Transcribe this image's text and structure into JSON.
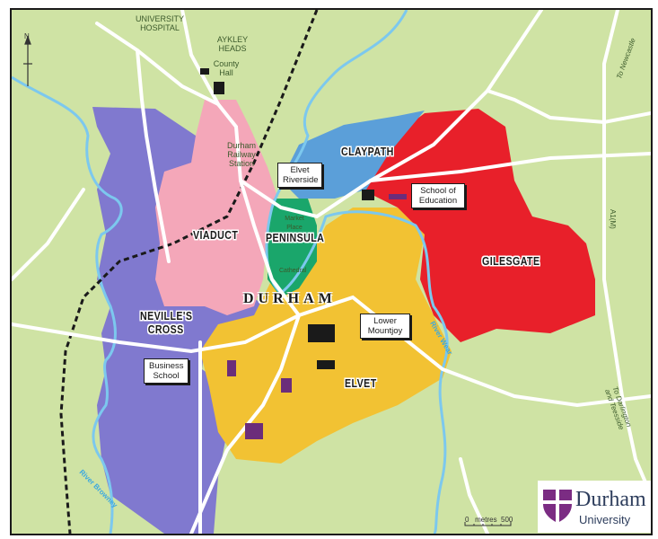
{
  "map": {
    "title": "DURHAM",
    "north_label": "N",
    "zones": [
      {
        "name": "VIADUCT",
        "color": "#f4a7b9"
      },
      {
        "name": "PENINSULA",
        "color": "#1aa66b"
      },
      {
        "name": "CLAYPATH",
        "color": "#5b9fd9"
      },
      {
        "name": "GILESGATE",
        "color": "#e8202a"
      },
      {
        "name": "NEVILLE'S CROSS",
        "color": "#8079cf"
      },
      {
        "name": "ELVET",
        "color": "#f2c233"
      }
    ],
    "places": [
      {
        "name": "UNIVERSITY HOSPITAL"
      },
      {
        "name": "AYKLEY HEADS"
      },
      {
        "name": "County Hall"
      },
      {
        "name": "Durham Railway Station"
      },
      {
        "name": "Market Place"
      },
      {
        "name": "Cathedral"
      }
    ],
    "callouts": [
      {
        "label": "Elvet Riverside"
      },
      {
        "label": "School of Education"
      },
      {
        "label": "Lower Mountjoy"
      },
      {
        "label": "Business School"
      }
    ],
    "road_labels": {
      "to_newcastle": "To Newcastle",
      "a1m": "A1(M)",
      "to_darlington": "To Darlington and Teesside"
    },
    "rivers": {
      "wear": "River Wear",
      "browney": "River Browney"
    },
    "scale": {
      "start": "0",
      "unit": "metres",
      "end": "500"
    },
    "colors": {
      "background": "#cfe3a4",
      "river": "#7cc8ee",
      "road": "#ffffff",
      "building": "#1a1a1a",
      "university_building": "#6b2d7a"
    }
  },
  "logo": {
    "word": "Durham",
    "sub": "University",
    "shield_color": "#7b2c83"
  }
}
